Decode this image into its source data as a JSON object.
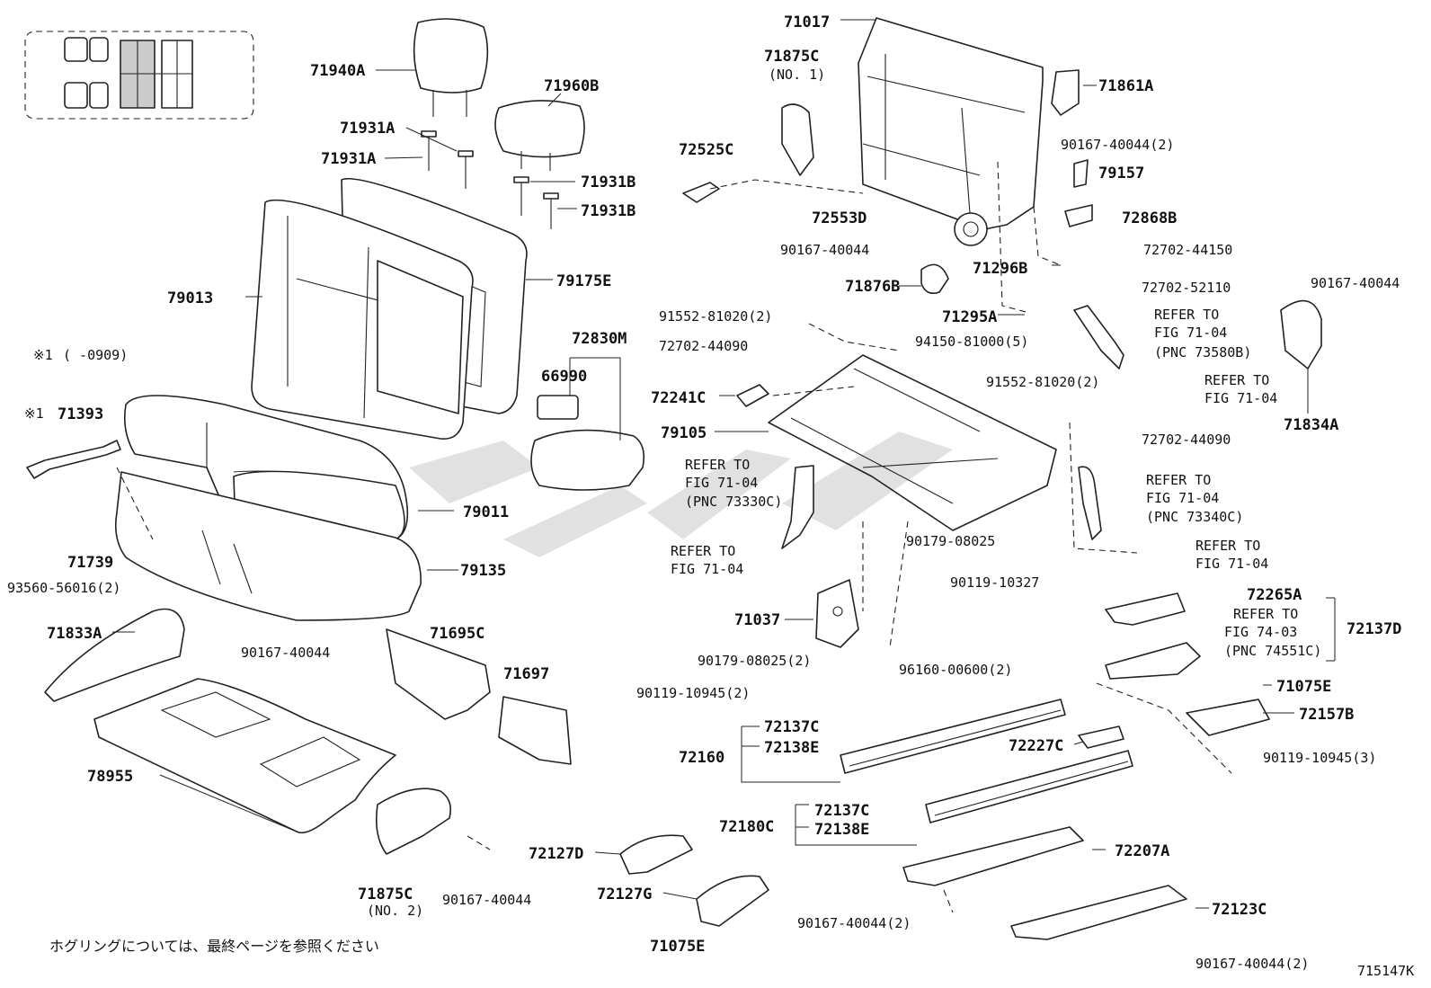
{
  "diagram_code": "715147K",
  "footnote": "ホグリングについては、最終ページを参照ください",
  "applicability": {
    "mark": "※1",
    "range": "(      -0909)"
  },
  "labels": {
    "p71017": "71017",
    "p71875C_top": "71875C",
    "p71875C_top_no": "(NO. 1)",
    "p71861A": "71861A",
    "p71940A": "71940A",
    "p71960B": "71960B",
    "p71931A_1": "71931A",
    "p71931A_2": "71931A",
    "p71931B_1": "71931B",
    "p71931B_2": "71931B",
    "p72525C": "72525C",
    "p90167_40044_2_top": "90167-40044(2)",
    "p79157": "79157",
    "p72553D": "72553D",
    "p72868B": "72868B",
    "p90167_40044_a": "90167-40044",
    "p72702_44150": "72702-44150",
    "p71296B": "71296B",
    "p71876B": "71876B",
    "p72702_52110": "72702-52110",
    "p90167_40044_b": "90167-40044",
    "p79013": "79013",
    "p79175E": "79175E",
    "p71295A": "71295A",
    "p91552_81020_2_a": "91552-81020(2)",
    "p94150_81000_5": "94150-81000(5)",
    "p72702_44090_a": "72702-44090",
    "p72830M": "72830M",
    "p66990": "66990",
    "p72241C": "72241C",
    "p91552_81020_2_b": "91552-81020(2)",
    "p79105": "79105",
    "p72702_44090_b": "72702-44090",
    "p71393": "71393",
    "p71834A": "71834A",
    "p79011": "79011",
    "p71739": "71739",
    "p93560_56016_2": "93560-56016(2)",
    "p79135": "79135",
    "p90179_08025": "90179-08025",
    "p90119_10327": "90119-10327",
    "p71037": "71037",
    "p90179_08025_2": "90179-08025(2)",
    "p71833A": "71833A",
    "p90167_40044_c": "90167-40044",
    "p71695C": "71695C",
    "p71697": "71697",
    "p72265A": "72265A",
    "p72137D": "72137D",
    "p96160_00600_2": "96160-00600(2)",
    "p90119_10945_2": "90119-10945(2)",
    "p71075E_r": "71075E",
    "p72157B": "72157B",
    "p72137C_1": "72137C",
    "p72138E_1": "72138E",
    "p72160": "72160",
    "p72227C": "72227C",
    "p90119_10945_3": "90119-10945(3)",
    "p78955": "78955",
    "p72137C_2": "72137C",
    "p72138E_2": "72138E",
    "p72180C": "72180C",
    "p72127D": "72127D",
    "p72207A": "72207A",
    "p72127G": "72127G",
    "p71875C_bottom": "71875C",
    "p71875C_bottom_no": "(NO. 2)",
    "p90167_40044_d": "90167-40044",
    "p72123C": "72123C",
    "p90167_40044_2_b": "90167-40044(2)",
    "p71075E_b": "71075E",
    "p90167_40044_2_c": "90167-40044(2)"
  },
  "references": {
    "r73580B": [
      "REFER TO",
      "FIG 71-04",
      "(PNC 73580B)"
    ],
    "r7104_a": [
      "REFER TO",
      "FIG 71-04"
    ],
    "r73330C": [
      "REFER TO",
      "FIG 71-04",
      "(PNC 73330C)"
    ],
    "r7104_b": [
      "REFER TO",
      "FIG 71-04"
    ],
    "r73340C": [
      "REFER TO",
      "FIG 71-04",
      "(PNC 73340C)"
    ],
    "r7104_c": [
      "REFER TO",
      "FIG 71-04"
    ],
    "r74551C": [
      "REFER TO",
      "FIG 74-03",
      "(PNC 74551C)"
    ]
  }
}
